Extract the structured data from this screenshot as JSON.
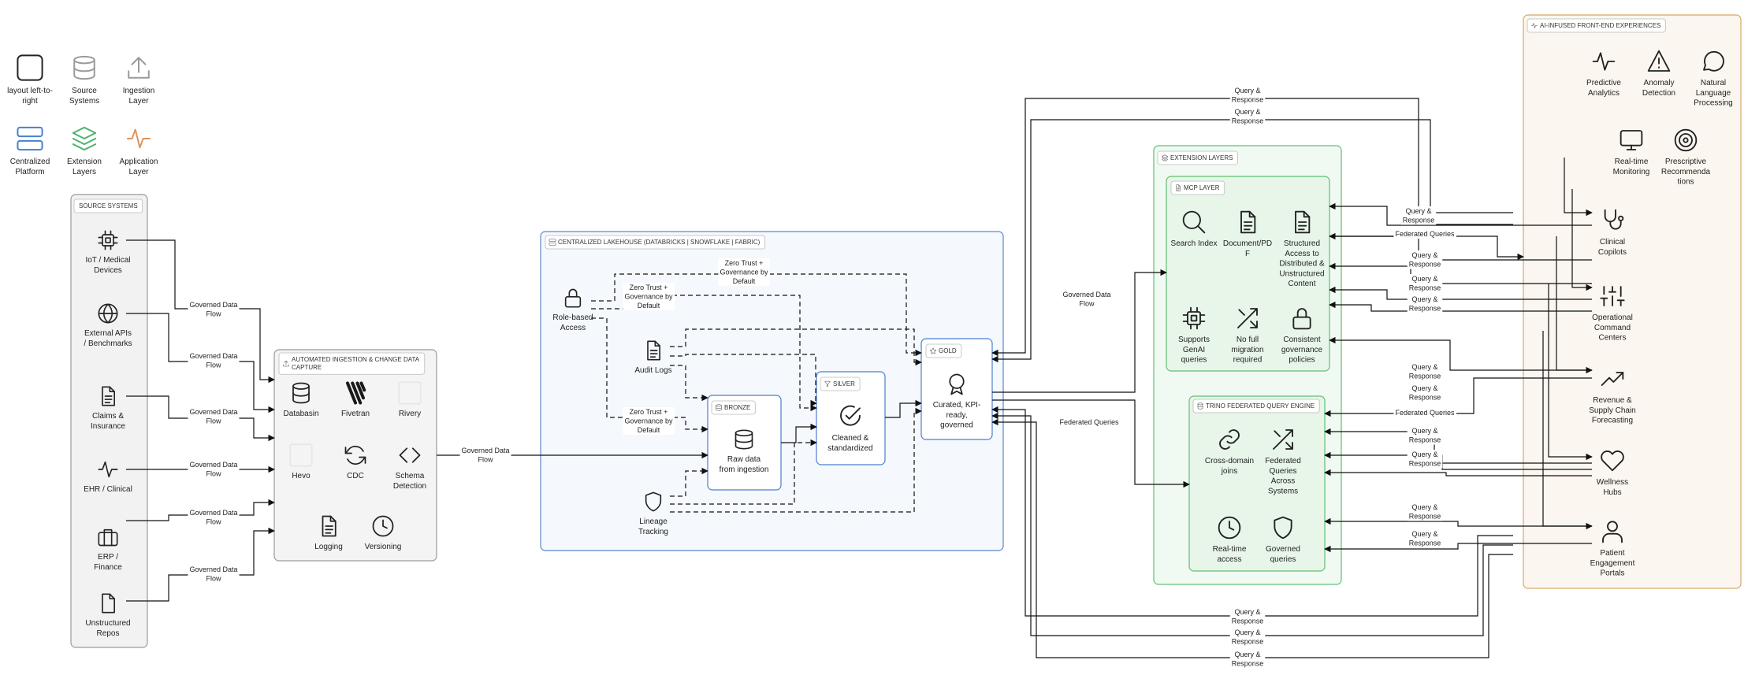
{
  "legend": {
    "items": [
      {
        "id": "layout",
        "label": [
          "layout left-to-",
          "right"
        ]
      },
      {
        "id": "source",
        "label": [
          "Source",
          "Systems"
        ]
      },
      {
        "id": "ingestion",
        "label": [
          "Ingestion",
          "Layer"
        ]
      },
      {
        "id": "central",
        "label": [
          "Centralized",
          "Platform"
        ]
      },
      {
        "id": "extension",
        "label": [
          "Extension",
          "Layers"
        ]
      },
      {
        "id": "application",
        "label": [
          "Application",
          "Layer"
        ]
      }
    ]
  },
  "source_systems": {
    "title": "SOURCE SYSTEMS",
    "items": [
      {
        "icon": "chip-icon",
        "label": [
          "IoT / Medical",
          "Devices"
        ]
      },
      {
        "icon": "globe-icon",
        "label": [
          "External APIs",
          "/ Benchmarks"
        ]
      },
      {
        "icon": "document-icon",
        "label": [
          "Claims &",
          "Insurance"
        ]
      },
      {
        "icon": "pulse-icon",
        "label": [
          "EHR / Clinical"
        ]
      },
      {
        "icon": "briefcase-icon",
        "label": [
          "ERP /",
          "Finance"
        ]
      },
      {
        "icon": "file-icon",
        "label": [
          "Unstructured",
          "Repos"
        ]
      }
    ]
  },
  "ingestion": {
    "title": [
      "AUTOMATED INGESTION & CHANGE DATA",
      "CAPTURE"
    ],
    "items": [
      {
        "icon": "database-icon",
        "label": [
          "Databasin"
        ]
      },
      {
        "icon": "fivetran-logo",
        "label": [
          "Fivetran"
        ]
      },
      {
        "icon": "rivery-placeholder",
        "label": [
          "Rivery"
        ]
      },
      {
        "icon": "hevo-placeholder",
        "label": [
          "Hevo"
        ]
      },
      {
        "icon": "refresh-icon",
        "label": [
          "CDC"
        ]
      },
      {
        "icon": "code-icon",
        "label": [
          "Schema",
          "Detection"
        ]
      },
      {
        "icon": "document-icon",
        "label": [
          "Logging"
        ]
      },
      {
        "icon": "clock-icon",
        "label": [
          "Versioning"
        ]
      }
    ]
  },
  "lakehouse": {
    "title": "CENTRALIZED LAKEHOUSE (DATABRICKS | SNOWFLAKE | FABRIC)",
    "role_access": [
      "Role-based",
      "Access"
    ],
    "audit_logs": [
      "Audit Logs"
    ],
    "lineage": [
      "Lineage",
      "Tracking"
    ],
    "bronze": {
      "title": "BRONZE",
      "label": [
        "Raw data",
        "from ingestion"
      ]
    },
    "silver": {
      "title": "SILVER",
      "label": [
        "Cleaned &",
        "standardized"
      ]
    },
    "gold": {
      "title": "GOLD",
      "label": [
        "Curated, KPI-",
        "ready,",
        "governed"
      ]
    },
    "zero_trust": [
      "Zero Trust +",
      "Governance by",
      "Default"
    ]
  },
  "extension": {
    "title": "EXTENSION LAYERS",
    "mcp": {
      "title": "MCP LAYER",
      "items": [
        {
          "icon": "search-icon",
          "label": [
            "Search Index"
          ]
        },
        {
          "icon": "document-icon",
          "label": [
            "Document/PD",
            "F"
          ]
        },
        {
          "icon": "document-icon",
          "label": [
            "Structured",
            "Access to",
            "Distributed &",
            "Unstructured",
            "Content"
          ]
        },
        {
          "icon": "chip-icon",
          "label": [
            "Supports",
            "GenAI",
            "queries"
          ]
        },
        {
          "icon": "shuffle-icon",
          "label": [
            "No full",
            "migration",
            "required"
          ]
        },
        {
          "icon": "lock-icon",
          "label": [
            "Consistent",
            "governance",
            "policies"
          ]
        }
      ]
    },
    "trino": {
      "title": "TRINO FEDERATED QUERY ENGINE",
      "items": [
        {
          "icon": "link-icon",
          "label": [
            "Cross-domain",
            "joins"
          ]
        },
        {
          "icon": "shuffle-icon",
          "label": [
            "Federated",
            "Queries",
            "Across",
            "Systems"
          ]
        },
        {
          "icon": "clock-icon",
          "label": [
            "Real-time",
            "access"
          ]
        },
        {
          "icon": "shield-icon",
          "label": [
            "Governed",
            "queries"
          ]
        }
      ]
    }
  },
  "frontend": {
    "title": "AI-INFUSED FRONT-END EXPERIENCES",
    "top": [
      {
        "icon": "pulse-icon",
        "label": [
          "Predictive",
          "Analytics"
        ]
      },
      {
        "icon": "warning-icon",
        "label": [
          "Anomaly",
          "Detection"
        ]
      },
      {
        "icon": "chat-icon",
        "label": [
          "Natural",
          "Language",
          "Processing"
        ]
      },
      {
        "icon": "monitor-icon",
        "label": [
          "Real-time",
          "Monitoring"
        ]
      },
      {
        "icon": "target-icon",
        "label": [
          "Prescriptive",
          "Recommenda",
          "tions"
        ]
      }
    ],
    "apps": [
      {
        "icon": "stethoscope-icon",
        "label": [
          "Clinical",
          "Copilots"
        ]
      },
      {
        "icon": "sliders-icon",
        "label": [
          "Operational",
          "Command",
          "Centers"
        ]
      },
      {
        "icon": "trend-icon",
        "label": [
          "Revenue &",
          "Supply Chain",
          "Forecasting"
        ]
      },
      {
        "icon": "heart-icon",
        "label": [
          "Wellness",
          "Hubs"
        ]
      },
      {
        "icon": "user-icon",
        "label": [
          "Patient",
          "Engagement",
          "Portals"
        ]
      }
    ]
  },
  "edge_labels": {
    "governed": [
      "Governed Data",
      "Flow"
    ],
    "query": [
      "Query &",
      "Response"
    ],
    "federated": "Federated Queries"
  },
  "colors": {
    "source": "#888888",
    "ingestion": "#888888",
    "central": "#4a7fcf",
    "extension": "#4cb36a",
    "application": "#d19a55",
    "line": "#111111"
  }
}
